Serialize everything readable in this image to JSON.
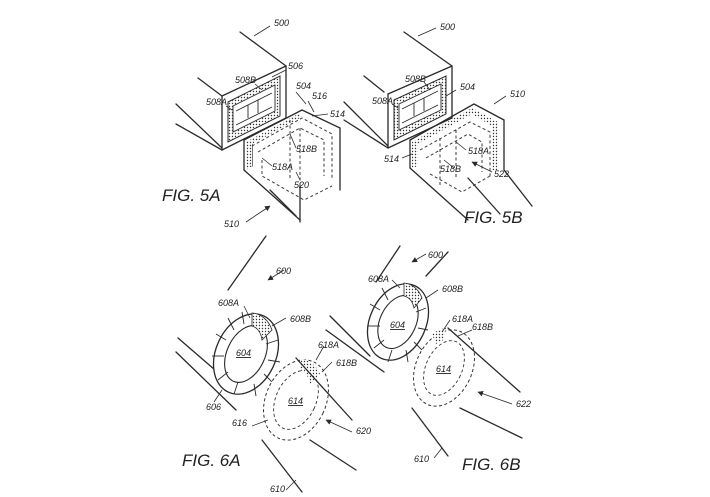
{
  "figures": {
    "fig5a": {
      "label": "FIG. 5A",
      "refs": {
        "r500": "500",
        "r506": "506",
        "r508b": "508B",
        "r508a": "508A",
        "r504": "504",
        "r516": "516",
        "r514": "514",
        "r518b": "518B",
        "r518a": "518A",
        "r520": "520",
        "r510": "510"
      }
    },
    "fig5b": {
      "label": "FIG. 5B",
      "refs": {
        "r500": "500",
        "r508b": "508B",
        "r508a": "508A",
        "r504": "504",
        "r510": "510",
        "r514": "514",
        "r518a": "518A",
        "r518b": "518B",
        "r522": "522"
      }
    },
    "fig6a": {
      "label": "FIG. 6A",
      "refs": {
        "r600": "600",
        "r608a": "608A",
        "r608b": "608B",
        "r604": "604",
        "r606": "606",
        "r618a": "618A",
        "r618b": "618B",
        "r614": "614",
        "r616": "616",
        "r620": "620",
        "r610": "610"
      }
    },
    "fig6b": {
      "label": "FIG. 6B",
      "refs": {
        "r600": "600",
        "r608a": "608A",
        "r608b": "608B",
        "r604": "604",
        "r618a": "618A",
        "r618b": "618B",
        "r614": "614",
        "r622": "622",
        "r610": "610"
      }
    }
  },
  "colors": {
    "ink": "#2a2a2a",
    "paper": "#ffffff"
  }
}
